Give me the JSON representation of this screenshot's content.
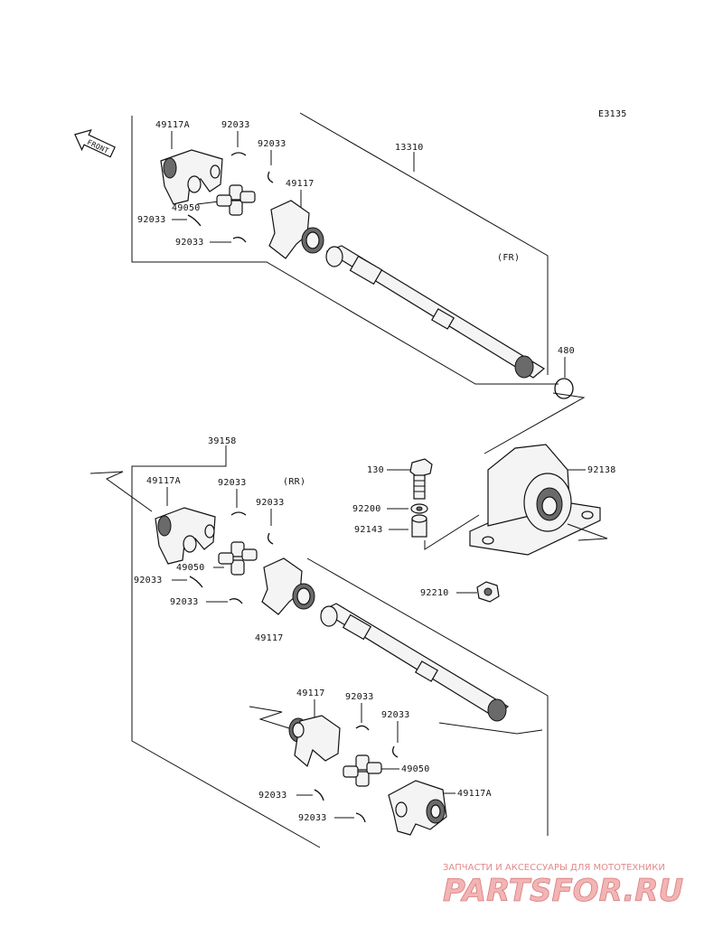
{
  "diagram_code": "E3135",
  "front_label": "FRONT",
  "front_section_label": "(FR)",
  "rear_section_label": "(RR)",
  "front_shaft": {
    "assembly": "13310",
    "yoke_a": "49117A",
    "clip_1": "92033",
    "clip_2": "92033",
    "yoke": "49117",
    "spider": "49050",
    "clip_3": "92033",
    "clip_4": "92033",
    "ring": "480"
  },
  "rear_shaft": {
    "assembly": "39158",
    "yoke_a": "49117A",
    "clip_1": "92033",
    "clip_2": "92033",
    "spider": "49050",
    "clip_3": "92033",
    "clip_4": "92033",
    "yoke": "49117",
    "yoke_rear": "49117",
    "clip_5": "92033",
    "clip_6": "92033",
    "spider_rear": "49050",
    "yoke_a_rear": "49117A",
    "clip_7": "92033",
    "clip_8": "92033"
  },
  "bearing": {
    "bolt": "130",
    "washer": "92200",
    "collar": "92143",
    "housing": "92138",
    "nut": "92210"
  },
  "watermark": {
    "tagline": "ЗАПЧАСТИ И АКСЕССУАРЫ ДЛЯ МОТОТЕХНИКИ",
    "brand": "PARTSFOR.RU"
  }
}
